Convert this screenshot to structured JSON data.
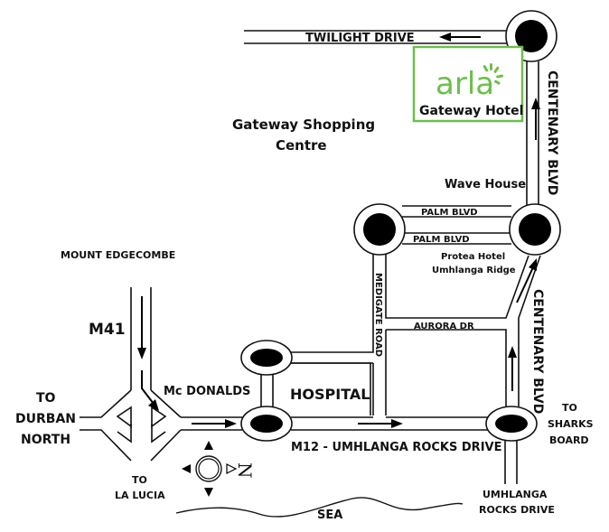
{
  "map": {
    "title": "Arla Gateway Hotel location map",
    "brand_color": "#6cbf4b",
    "hotel": {
      "logo_text": "arla",
      "name": "Gateway Hotel"
    },
    "roads": {
      "twilight_drive": "TWILIGHT DRIVE",
      "centenary_blvd_top": "CENTENARY BLVD",
      "centenary_blvd_bottom": "CENTENARY BLVD",
      "palm_blvd_upper": "PALM BLVD",
      "palm_blvd_lower": "PALM BLVD",
      "medigate_road": "MEDIGATE ROAD",
      "aurora_dr": "AURORA DR",
      "m12": "M12 - UMHLANGA ROCKS DRIVE",
      "m41": "M41"
    },
    "landmarks": {
      "gateway_line1": "Gateway Shopping",
      "gateway_line2": "Centre",
      "wave_house": "Wave House",
      "protea_line1": "Protea Hotel",
      "protea_line2": "Umhlanga Ridge",
      "mcdonalds": "Mc DONALDS",
      "hospital": "HOSPITAL",
      "sea": "SEA"
    },
    "destinations": {
      "mount_edgecombe": "MOUNT EDGECOMBE",
      "durban_north": [
        "TO",
        "DURBAN",
        "NORTH"
      ],
      "la_lucia": [
        "TO",
        "LA LUCIA"
      ],
      "sharks_board": [
        "TO",
        "SHARKS",
        "BOARD"
      ],
      "umhlanga_rocks_drive": [
        "UMHLANGA",
        "ROCKS DRIVE"
      ]
    },
    "compass": {
      "north_label": "N"
    }
  }
}
